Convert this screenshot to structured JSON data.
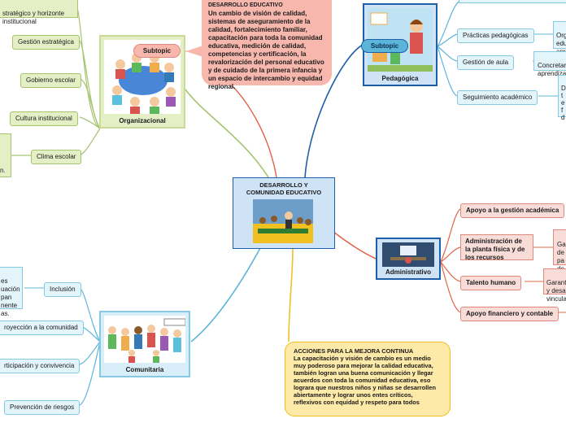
{
  "center": {
    "title": "DESARROLLO Y COMUNIDAD EDUCATIVO"
  },
  "note_top": {
    "heading": "DESARROLLO EDUCATIVO",
    "body": "Un cambio de visión de calidad, sistemas de aseguramiento de la calidad, fortalecimiento familiar, capacitación para toda la comunidad educativa, medición de calidad, competencias y certificación, la revalorización del personal educativo y de cuidado de la primera infancia y un espacio de intercambio y equidad regional."
  },
  "note_bottom": {
    "heading": "ACCIONES PARA LA MEJORA CONTINUA",
    "body": "La capacitación y visión de cambio es un medio muy poderoso para mejorar la calidad educativa, también logran una buena comunicación y llegar acuerdos con toda la comunidad educativa, eso lograra que nuestros niños y niñas se desarrollen abiertamente y lograr unos entes críticos, reflexivos con equidad y respeto para todos"
  },
  "organizacional": {
    "label": "Organizacional",
    "subtopic": "Subtopic",
    "top_text": "stratégico y horizonte\ninstitucional",
    "items": [
      "Gestión estratégica",
      "Gobierno escolar",
      "Cultura institucional",
      "Clima escolar"
    ],
    "left_note": "n."
  },
  "pedagogica": {
    "label": "Pedagógica",
    "subtopic": "Subtopic",
    "items": [
      "Prácticas pedagógicas",
      "Gestión de aula",
      "Seguimiento académico"
    ],
    "notes": [
      "Org\nedu\napr",
      "Concretar\naprendizaj",
      "D\nt\ne\nf\nd"
    ]
  },
  "administrativo": {
    "label": "Administrativo",
    "items": [
      "Apoyo a la gestión académica",
      "Administración de la planta física y de los recursos",
      "Talento humano",
      "Apoyo financiero y contable"
    ],
    "notes": [
      "Ga\nde\npa\nde",
      "Garant\ny desa\nvincula"
    ]
  },
  "comunitaria": {
    "label": "Comunitaria",
    "items": [
      "Inclusión",
      "royección a la comunidad",
      "rticipación y convivencia",
      "Prevención de riesgos"
    ],
    "left_note": "es\nuación\npan\nnente\nas."
  },
  "colors": {
    "green_line": "#a6c36f",
    "blue_line": "#5bb5d8",
    "red_line": "#e0654a",
    "dark_blue": "#1f5fa8",
    "yellow": "#f0c020",
    "note_red": "#f7b7ad",
    "note_yellow": "#fde9a8"
  }
}
